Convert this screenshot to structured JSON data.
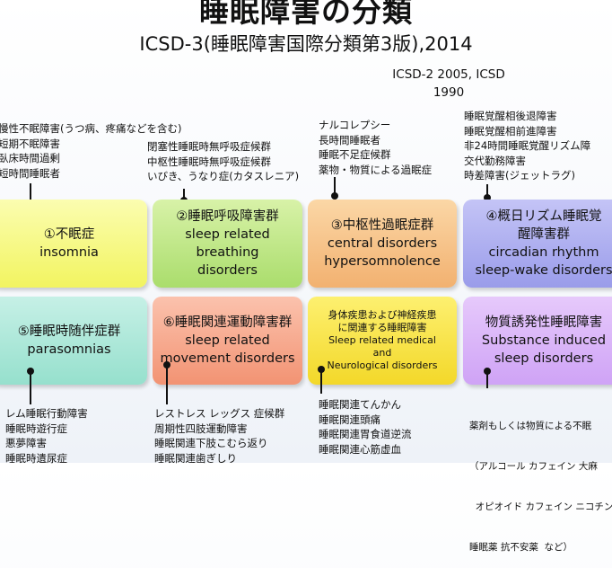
{
  "title": "睡眠障害の分類",
  "subtitle": "ICSD-3(睡眠障害国際分類第3版),2014",
  "reference": [
    "ICSD-2 2005,  ICSD",
    "1990"
  ],
  "lists": {
    "insomnia": [
      "慢性不眠障害(うつ病、疼痛などを含む)",
      "短期不眠障害",
      "臥床時間過剰",
      "短時間睡眠者"
    ],
    "breathing": [
      "閉塞性睡眠時無呼吸症候群",
      "中枢性睡眠時無呼吸症候群",
      "いびき、うなり症(カタスレニア)"
    ],
    "hypersomnolence": [
      "ナルコレプシー",
      "長時間睡眠者",
      "睡眠不足症候群",
      "薬物・物質による過眠症"
    ],
    "circadian": [
      "睡眠覚醒相後退障害",
      "睡眠覚醒相前進障害",
      "非24時間睡眠覚醒リズム障",
      "交代勤務障害",
      "時差障害(ジェットラグ)"
    ],
    "parasomnias": [
      "レム睡眠行動障害",
      "睡眠時遊行症",
      "悪夢障害",
      "睡眠時遺尿症"
    ],
    "movement": [
      "レストレス レッグス 症候群",
      "周期性四肢運動障害",
      "睡眠関連下肢こむら返り",
      "睡眠関連歯ぎしり"
    ],
    "medical": [
      "睡眠関連てんかん",
      "睡眠関連頭痛",
      "睡眠関連胃食道逆流",
      "睡眠関連心筋虚血"
    ],
    "substance": [
      "薬剤もしくは物質による不眠",
      "（アルコール カフェイン 大麻",
      "  オピオイド カフェイン ニコチン",
      "睡眠薬 抗不安薬  など）"
    ]
  },
  "boxes": {
    "insomnia": [
      "①不眠症",
      "insomnia"
    ],
    "breathing": [
      "②睡眠呼吸障害群",
      "sleep related",
      "breathing",
      "disorders"
    ],
    "hypersomnolence": [
      "③中枢性過眠症群",
      "central disorders",
      "hypersomnolence"
    ],
    "circadian": [
      "④概日リズム睡眠覚",
      "醒障害群",
      "circadian rhythm",
      "sleep-wake disorders"
    ],
    "parasomnias": [
      "⑤睡眠時随伴症群",
      "parasomnias"
    ],
    "movement": [
      "⑥睡眠関連運動障害群",
      "sleep related",
      "movement disorders"
    ],
    "medical": [
      "身体疾患および神経疾患",
      "に関連する睡眠障害",
      "Sleep related medical",
      "and",
      "Neurological disorders"
    ],
    "substance": [
      "物質誘発性睡眠障害",
      "Substance induced",
      "sleep disorders"
    ]
  },
  "colors": {
    "insomnia": "#f4f56a",
    "breathing": "#b4e07a",
    "hypersomnolence": "#f4bb7e",
    "circadian": "#a3a4ec",
    "parasomnias": "#a0e3d2",
    "movement": "#f49d7e",
    "medical": "#f5dc33",
    "substance": "#d3abf7"
  }
}
